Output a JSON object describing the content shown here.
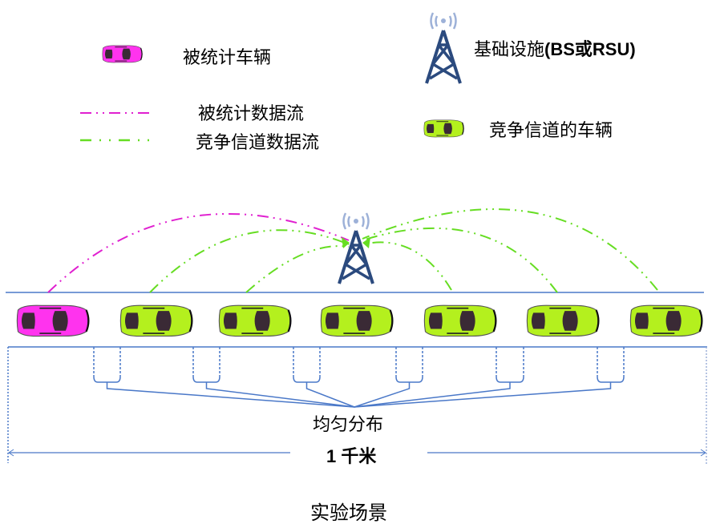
{
  "legend": {
    "target_vehicle": {
      "label": "被统计车辆",
      "icon": "car-icon",
      "color": "#ff33ee"
    },
    "target_flow": {
      "label": "被统计数据流",
      "line_style": "dash-dot-dot",
      "color": "#e020d0"
    },
    "competing_flow": {
      "label": "竞争信道数据流",
      "line_style": "dash-dot-dot",
      "color": "#66dd22"
    },
    "infrastructure": {
      "label_prefix": "基础设施",
      "label_suffix": "(BS或RSU)",
      "icon": "cell-tower-icon",
      "color": "#2b4a7e"
    },
    "competing_vehicle": {
      "label": "竞争信道的车辆",
      "icon": "car-icon",
      "color": "#b4f01e"
    }
  },
  "scene": {
    "vehicles": [
      {
        "role": "target",
        "color": "#ff33ee"
      },
      {
        "role": "competing",
        "color": "#b4f01e"
      },
      {
        "role": "competing",
        "color": "#b4f01e"
      },
      {
        "role": "competing",
        "color": "#b4f01e"
      },
      {
        "role": "competing",
        "color": "#b4f01e"
      },
      {
        "role": "competing",
        "color": "#b4f01e"
      },
      {
        "role": "competing",
        "color": "#b4f01e"
      }
    ],
    "spacing_label": "均匀分布",
    "distance_label": "1 千米",
    "road_color": "#4a78c8"
  },
  "caption": "实验场景"
}
